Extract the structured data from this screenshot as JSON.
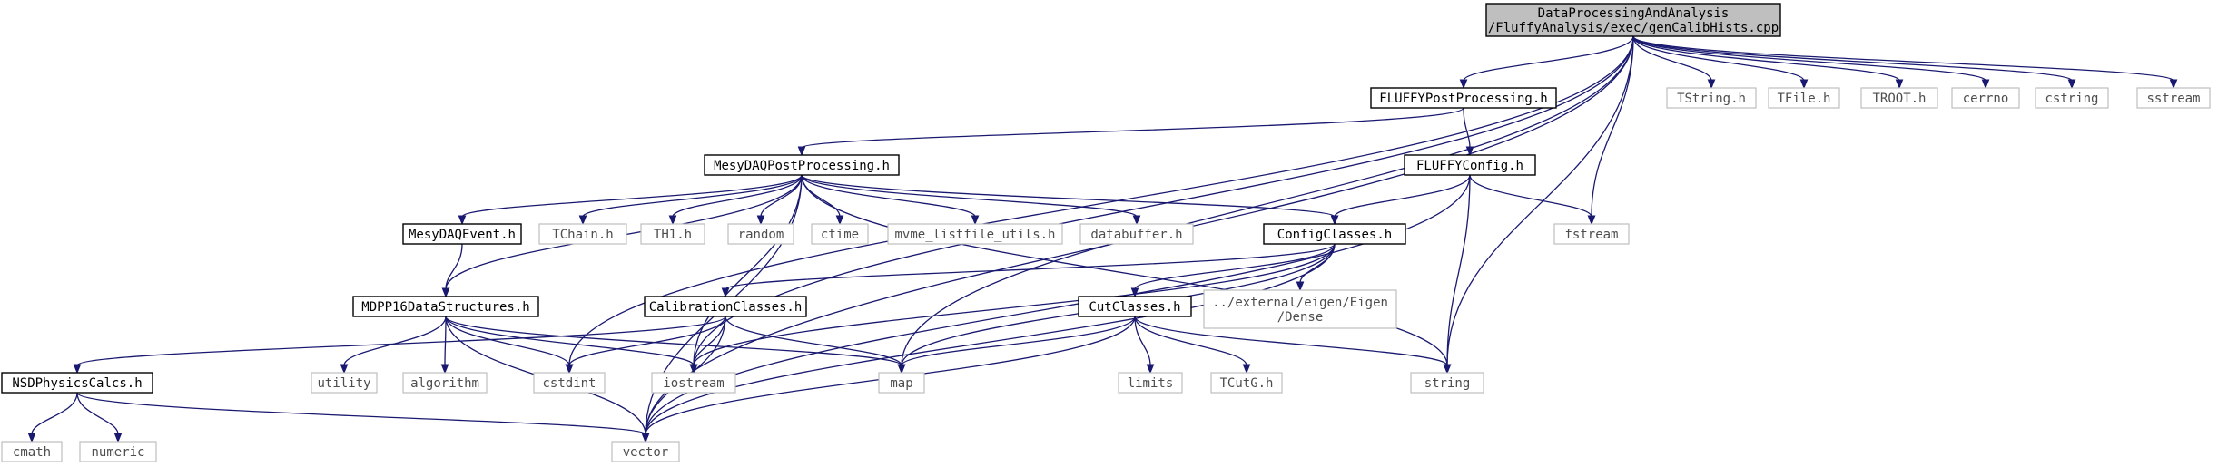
{
  "diagram": {
    "title": "",
    "colors": {
      "edge": "#191970",
      "root_fill": "#bfbfbf",
      "documented_border": "#000000",
      "external_border": "#bfbfbf"
    },
    "nodes": [
      {
        "id": "root",
        "kind": "root",
        "lines": [
          "DataProcessingAndAnalysis",
          "/FluffyAnalysis/exec/genCalibHists.cpp"
        ]
      },
      {
        "id": "fluffypost",
        "kind": "doc",
        "lines": [
          "FLUFFYPostProcessing.h"
        ]
      },
      {
        "id": "tstring",
        "kind": "ext",
        "lines": [
          "TString.h"
        ]
      },
      {
        "id": "tfile",
        "kind": "ext",
        "lines": [
          "TFile.h"
        ]
      },
      {
        "id": "troot",
        "kind": "ext",
        "lines": [
          "TROOT.h"
        ]
      },
      {
        "id": "cerrno",
        "kind": "ext",
        "lines": [
          "cerrno"
        ]
      },
      {
        "id": "cstring",
        "kind": "ext",
        "lines": [
          "cstring"
        ]
      },
      {
        "id": "sstream",
        "kind": "ext",
        "lines": [
          "sstream"
        ]
      },
      {
        "id": "mesydaqpost",
        "kind": "doc",
        "lines": [
          "MesyDAQPostProcessing.h"
        ]
      },
      {
        "id": "fluffyconfig",
        "kind": "doc",
        "lines": [
          "FLUFFYConfig.h"
        ]
      },
      {
        "id": "mesydaqevent",
        "kind": "doc",
        "lines": [
          "MesyDAQEvent.h"
        ]
      },
      {
        "id": "tchain",
        "kind": "ext",
        "lines": [
          "TChain.h"
        ]
      },
      {
        "id": "th1",
        "kind": "ext",
        "lines": [
          "TH1.h"
        ]
      },
      {
        "id": "random",
        "kind": "ext",
        "lines": [
          "random"
        ]
      },
      {
        "id": "ctime",
        "kind": "ext",
        "lines": [
          "ctime"
        ]
      },
      {
        "id": "mvme",
        "kind": "ext",
        "lines": [
          "mvme_listfile_utils.h"
        ]
      },
      {
        "id": "databuffer",
        "kind": "ext",
        "lines": [
          "databuffer.h"
        ]
      },
      {
        "id": "configclasses",
        "kind": "doc",
        "lines": [
          "ConfigClasses.h"
        ]
      },
      {
        "id": "fstream",
        "kind": "ext",
        "lines": [
          "fstream"
        ]
      },
      {
        "id": "mdpp16",
        "kind": "doc",
        "lines": [
          "MDPP16DataStructures.h"
        ]
      },
      {
        "id": "calibclasses",
        "kind": "doc",
        "lines": [
          "CalibrationClasses.h"
        ]
      },
      {
        "id": "cutclasses",
        "kind": "doc",
        "lines": [
          "CutClasses.h"
        ]
      },
      {
        "id": "eigen",
        "kind": "ext",
        "lines": [
          "../external/eigen/Eigen",
          "/Dense"
        ]
      },
      {
        "id": "nsdphysics",
        "kind": "doc",
        "lines": [
          "NSDPhysicsCalcs.h"
        ]
      },
      {
        "id": "utility",
        "kind": "ext",
        "lines": [
          "utility"
        ]
      },
      {
        "id": "algorithm",
        "kind": "ext",
        "lines": [
          "algorithm"
        ]
      },
      {
        "id": "cstdint",
        "kind": "ext",
        "lines": [
          "cstdint"
        ]
      },
      {
        "id": "iostream",
        "kind": "ext",
        "lines": [
          "iostream"
        ]
      },
      {
        "id": "map",
        "kind": "ext",
        "lines": [
          "map"
        ]
      },
      {
        "id": "limits",
        "kind": "ext",
        "lines": [
          "limits"
        ]
      },
      {
        "id": "tcutg",
        "kind": "ext",
        "lines": [
          "TCutG.h"
        ]
      },
      {
        "id": "string",
        "kind": "ext",
        "lines": [
          "string"
        ]
      },
      {
        "id": "cmath",
        "kind": "ext",
        "lines": [
          "cmath"
        ]
      },
      {
        "id": "numeric",
        "kind": "ext",
        "lines": [
          "numeric"
        ]
      },
      {
        "id": "vector",
        "kind": "ext",
        "lines": [
          "vector"
        ]
      }
    ],
    "edges": [
      [
        "root",
        "fluffypost"
      ],
      [
        "root",
        "tstring"
      ],
      [
        "root",
        "tfile"
      ],
      [
        "root",
        "troot"
      ],
      [
        "root",
        "cerrno"
      ],
      [
        "root",
        "cstring"
      ],
      [
        "root",
        "sstream"
      ],
      [
        "root",
        "fstream"
      ],
      [
        "root",
        "string"
      ],
      [
        "root",
        "vector"
      ],
      [
        "root",
        "cstdint"
      ],
      [
        "root",
        "iostream"
      ],
      [
        "root",
        "map"
      ],
      [
        "fluffypost",
        "mesydaqpost"
      ],
      [
        "fluffypost",
        "fluffyconfig"
      ],
      [
        "mesydaqpost",
        "mesydaqevent"
      ],
      [
        "mesydaqpost",
        "tchain"
      ],
      [
        "mesydaqpost",
        "th1"
      ],
      [
        "mesydaqpost",
        "random"
      ],
      [
        "mesydaqpost",
        "ctime"
      ],
      [
        "mesydaqpost",
        "mvme"
      ],
      [
        "mesydaqpost",
        "databuffer"
      ],
      [
        "mesydaqpost",
        "configclasses"
      ],
      [
        "mesydaqpost",
        "mdpp16"
      ],
      [
        "mesydaqpost",
        "string"
      ],
      [
        "mesydaqpost",
        "vector"
      ],
      [
        "mesydaqpost",
        "iostream"
      ],
      [
        "fluffyconfig",
        "configclasses"
      ],
      [
        "fluffyconfig",
        "fstream"
      ],
      [
        "fluffyconfig",
        "string"
      ],
      [
        "fluffyconfig",
        "vector"
      ],
      [
        "mesydaqevent",
        "mdpp16"
      ],
      [
        "configclasses",
        "calibclasses"
      ],
      [
        "configclasses",
        "cutclasses"
      ],
      [
        "configclasses",
        "eigen"
      ],
      [
        "configclasses",
        "map"
      ],
      [
        "configclasses",
        "vector"
      ],
      [
        "configclasses",
        "iostream"
      ],
      [
        "mdpp16",
        "utility"
      ],
      [
        "mdpp16",
        "algorithm"
      ],
      [
        "mdpp16",
        "cstdint"
      ],
      [
        "mdpp16",
        "iostream"
      ],
      [
        "mdpp16",
        "map"
      ],
      [
        "mdpp16",
        "vector"
      ],
      [
        "calibclasses",
        "nsdphysics"
      ],
      [
        "calibclasses",
        "cstdint"
      ],
      [
        "calibclasses",
        "iostream"
      ],
      [
        "calibclasses",
        "map"
      ],
      [
        "calibclasses",
        "vector"
      ],
      [
        "cutclasses",
        "map"
      ],
      [
        "cutclasses",
        "limits"
      ],
      [
        "cutclasses",
        "tcutg"
      ],
      [
        "cutclasses",
        "string"
      ],
      [
        "cutclasses",
        "vector"
      ],
      [
        "nsdphysics",
        "cmath"
      ],
      [
        "nsdphysics",
        "numeric"
      ],
      [
        "nsdphysics",
        "vector"
      ]
    ]
  }
}
